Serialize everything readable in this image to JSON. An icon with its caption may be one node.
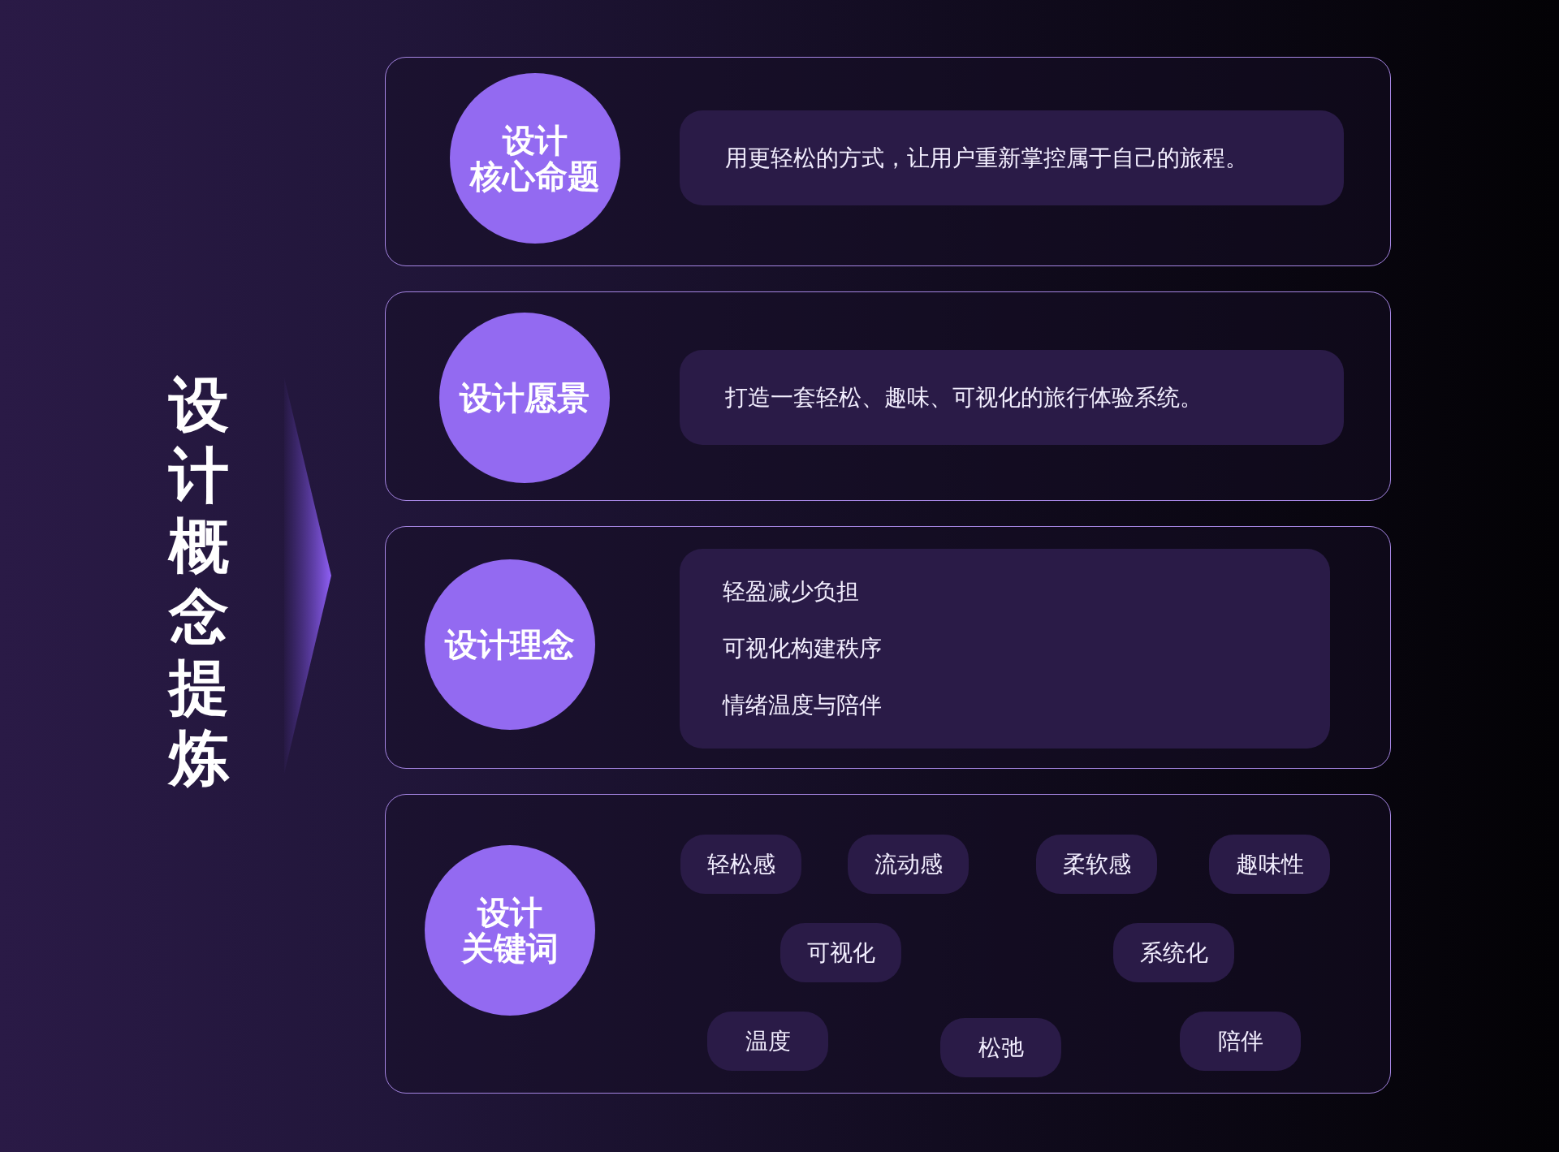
{
  "diagram": {
    "title": "设计概念提炼",
    "nodes": [
      {
        "text": [],
        "shape": "box"
      },
      {
        "text": [
          "设计核心命题"
        ],
        "in": 0
      },
      {
        "text": [
          "用更轻松的方式，让用户重新掌控属于自己的旅程。"
        ],
        "in": 0
      },
      {
        "text": [],
        "shape": "box"
      },
      {
        "text": [
          "设计愿景"
        ],
        "in": 3
      },
      {
        "text": [
          "打造一套轻松、趣味、可视化的旅行体验系统。"
        ],
        "in": 3
      },
      {
        "text": [],
        "shape": "box"
      },
      {
        "text": [
          "设计理念"
        ],
        "in": 6
      },
      {
        "text": [
          "轻盈减少负担",
          "可视化构建秩序",
          "情绪温度与陪伴"
        ],
        "in": 6
      },
      {
        "text": [],
        "shape": "box"
      },
      {
        "text": [
          "设计关键词"
        ],
        "in": 9
      },
      {
        "text": [
          "轻松感"
        ],
        "in": 9
      },
      {
        "text": [
          "流动感"
        ],
        "in": 9
      },
      {
        "text": [
          "柔软感"
        ],
        "in": 9
      },
      {
        "text": [
          "趣味性"
        ],
        "in": 9
      },
      {
        "text": [
          "可视化"
        ],
        "in": 9
      },
      {
        "text": [
          "系统化"
        ],
        "in": 9
      },
      {
        "text": [
          "温度"
        ],
        "in": 9
      },
      {
        "text": [
          "松弛"
        ],
        "in": 9
      },
      {
        "text": [
          "陪伴"
        ],
        "in": 9
      }
    ]
  }
}
